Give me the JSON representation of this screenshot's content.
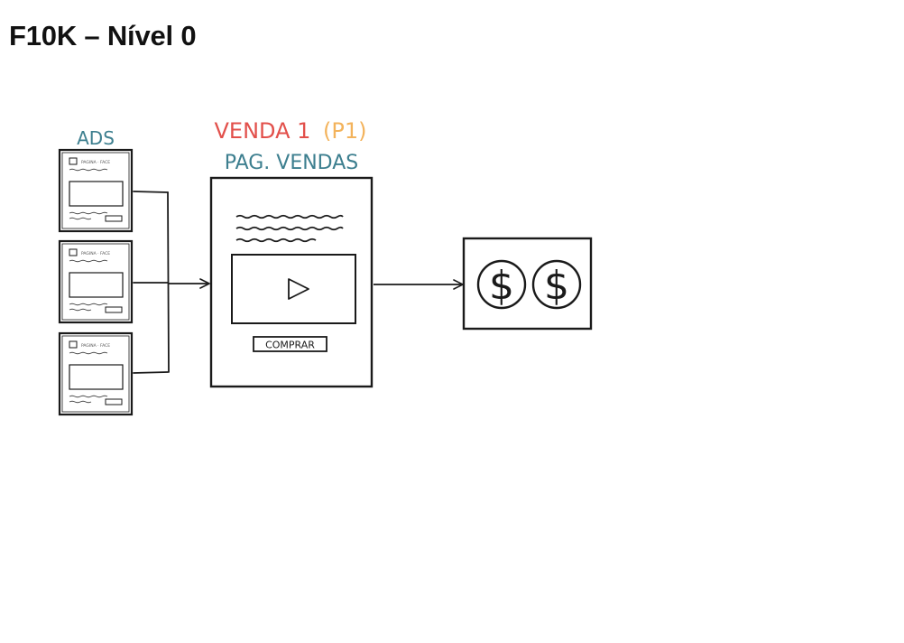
{
  "page": {
    "title": "F10K – Nível 0"
  },
  "diagram": {
    "ads_label": "ADS",
    "ad_card_header": "PAGINA · FACE",
    "sale_label": "VENDA 1",
    "sale_product": "(P1)",
    "sales_page_label": "PAG. VENDAS",
    "buy_button": "COMPRAR",
    "money_symbol": "$",
    "colors": {
      "ink": "#1a1a1a",
      "ads_label": "#3d7f8f",
      "sale_label": "#e2504b",
      "sale_product": "#f3b35c",
      "sales_page_label": "#3d7f8f"
    }
  }
}
